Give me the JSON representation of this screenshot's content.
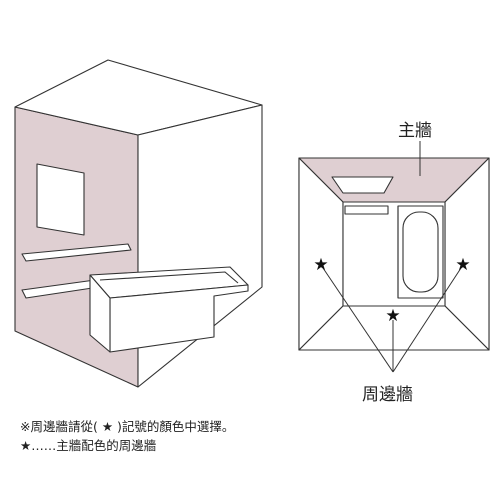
{
  "labels": {
    "main_wall": "主牆",
    "perimeter_wall": "周邊牆"
  },
  "notes": {
    "note1": {
      "prefix": "※周邊牆請從(",
      "mark": "★",
      "suffix": ")記號的顏色中選擇。"
    },
    "note2": {
      "mark": "★",
      "text": "……主牆配色的周邊牆"
    }
  },
  "colors": {
    "main_wall_fill": "#dfcfd2",
    "line": "#333333"
  },
  "icons": [
    "star-icon"
  ]
}
